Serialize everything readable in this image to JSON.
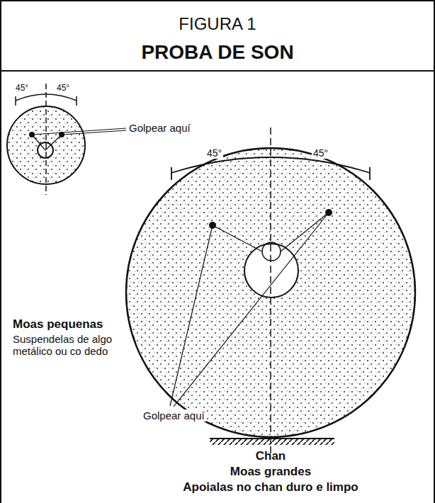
{
  "diagram": {
    "title": "PROBA DE SON",
    "labels": [
      "FIGURA 1",
      "45°",
      "45°",
      "Golpear aquí",
      "Moas pequenas",
      "Suspendelas de algo metálico ou co dedo",
      "45°",
      "45°",
      "Golpear aquí",
      "Chan",
      "Moas grandes",
      "Apoialas no chan duro e limpo"
    ]
  }
}
